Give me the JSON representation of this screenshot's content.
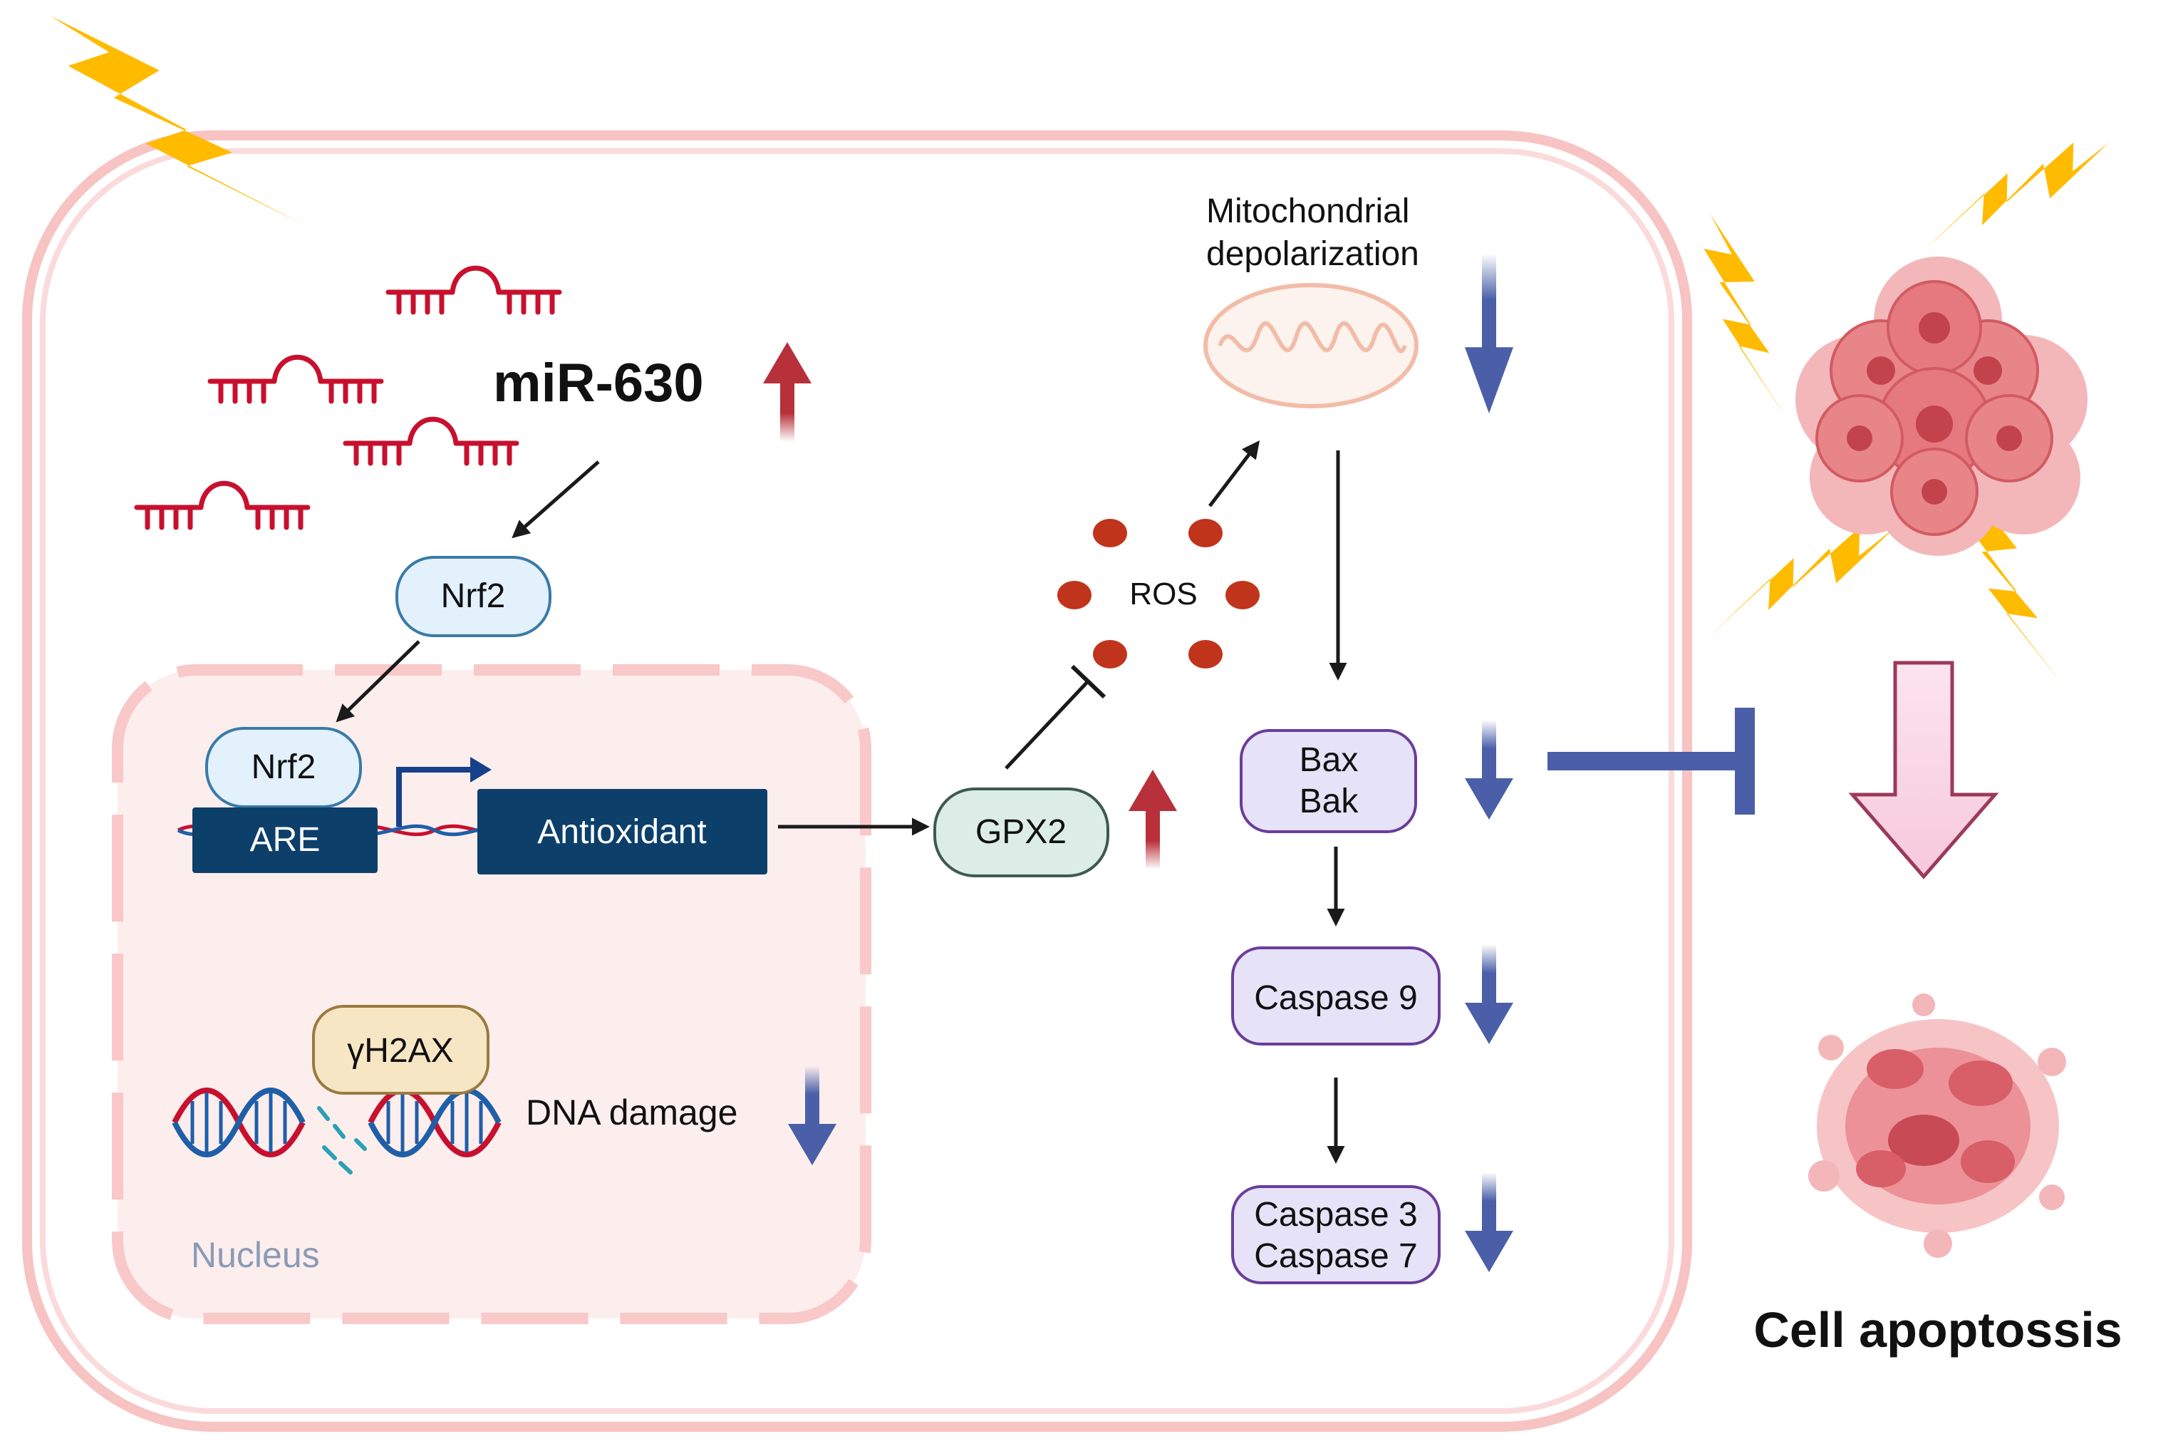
{
  "labels": {
    "mirna": "miR-630",
    "nrf2_cytoplasm": "Nrf2",
    "nrf2_nucleus": "Nrf2",
    "are": "ARE",
    "antioxidant": "Antioxidant",
    "gpx2": "GPX2",
    "ros": "ROS",
    "mito_line1": "Mitochondrial",
    "mito_line2": "depolarization",
    "bax": "Bax",
    "bak": "Bak",
    "caspase9": "Caspase 9",
    "caspase3": "Caspase 3",
    "caspase7": "Caspase 7",
    "gh2ax": "γH2AX",
    "dna_damage": "DNA damage",
    "nucleus": "Nucleus",
    "outcome": "Cell apoptossis"
  },
  "colors": {
    "cell_membrane": "#f7c3c3",
    "nucleus_fill": "#fdeeee",
    "nucleus_border": "#f9c8c8",
    "mirna": "#c8102e",
    "up_arrow": "#b8303a",
    "down_arrow": "#4a5fa8",
    "lightning": "#ffbb00",
    "dark_box": "#0d3f6b",
    "nrf2_fill": "#e2f1fb",
    "gpx2_fill": "#dcece7",
    "caspase_fill": "#e6e2f7",
    "caspase_border": "#6a3d9a",
    "ros": "#c0341c",
    "inhibit": "#4a5fa8"
  },
  "icons": [
    "lightning-icon",
    "mirna-hairpin-icon",
    "mitochondrion-icon",
    "dna-helix-icon",
    "ros-dot-icon",
    "tumor-cluster-icon",
    "apoptotic-body-icon"
  ]
}
